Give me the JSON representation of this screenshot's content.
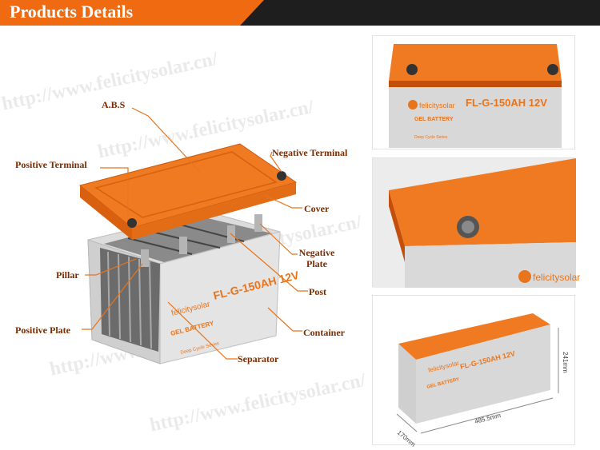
{
  "header": {
    "title": "Products Details"
  },
  "watermark": "http://www.felicitysolar.cn/",
  "battery": {
    "model": "FL-G-150AH 12V",
    "brand": "felicitysolar",
    "type": "GEL BATTERY",
    "subtitle": "Deep Cycle Series"
  },
  "labels": {
    "abs": "A.B.S",
    "positive_terminal": "Positive Terminal",
    "negative_terminal": "Negative Terminal",
    "cover": "Cover",
    "negative_plate": "Negative Plate",
    "pillar": "Pillar",
    "post": "Post",
    "positive_plate": "Positive Plate",
    "container": "Container",
    "separator": "Separator"
  },
  "dimensions": {
    "height": "241mm",
    "length": "485.5mm",
    "width": "170mm"
  },
  "colors": {
    "accent": "#ef6a10",
    "header_dark": "#1e1e1e",
    "label": "#7a2b00",
    "leader": "#e8741c",
    "case": "#d9d9d9"
  }
}
